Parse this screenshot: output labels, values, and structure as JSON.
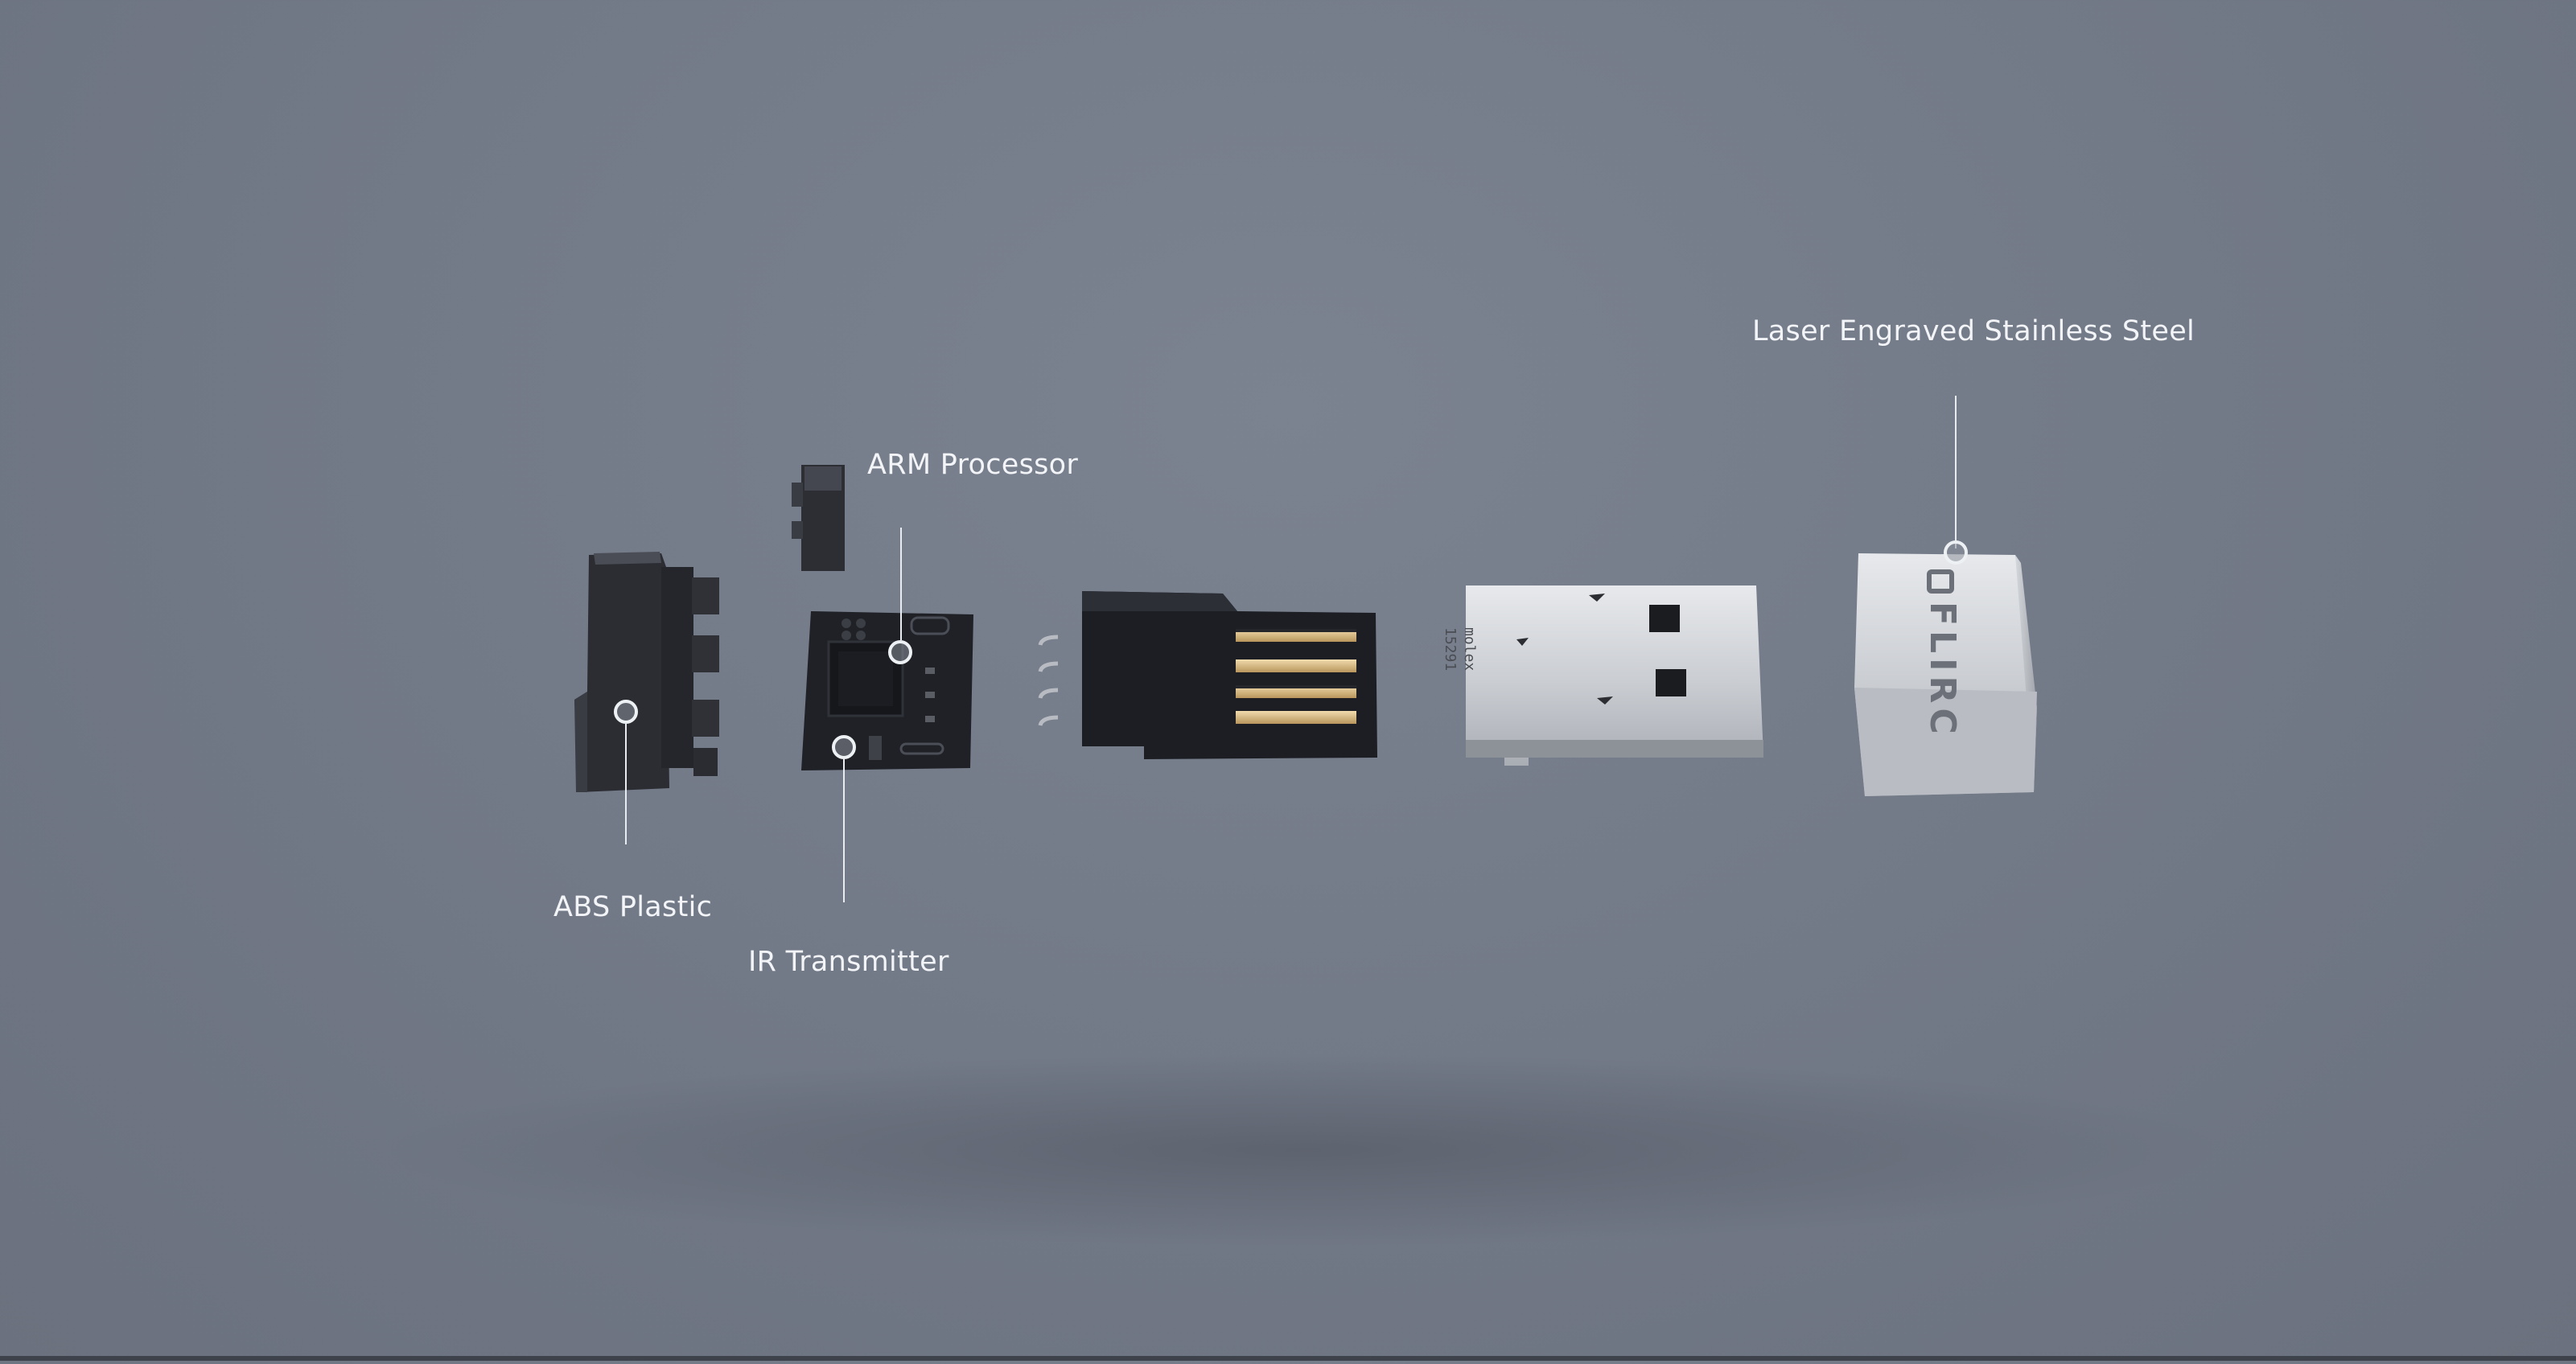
{
  "callouts": {
    "abs_plastic": "ABS Plastic",
    "arm_processor": "ARM Processor",
    "ir_transmitter": "IR Transmitter",
    "laser_steel": "Laser Engraved Stainless Steel"
  },
  "markings": {
    "connector_brand": "molex",
    "connector_part": "15291",
    "logo_text": "FLIRC"
  }
}
